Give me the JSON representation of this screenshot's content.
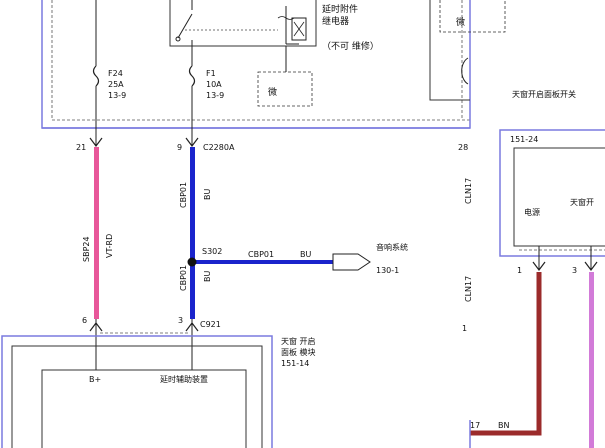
{
  "relay": {
    "name_line1": "延时附件",
    "name_line2": "继电器",
    "note": "（不可 维修）",
    "micro_symbol": "微"
  },
  "top_right_micro": "微",
  "fuse_f24": {
    "name": "F24",
    "rating": "25A",
    "ref": "13-9"
  },
  "fuse_f1": {
    "name": "F1",
    "rating": "10A",
    "ref": "13-9"
  },
  "pins": {
    "p21": "21",
    "p9": "9",
    "c2280a": "C2280A",
    "p28": "28",
    "p6": "6",
    "p3": "3",
    "c921": "C921",
    "p1_mid": "1",
    "p1_right": "1",
    "p3_right": "3",
    "p17": "17"
  },
  "wires": {
    "sbp24": "SBP24",
    "vt_rd": "VT-RD",
    "cbp01_top": "CBP01",
    "bu_top": "BU",
    "splice": "S302",
    "cbp01_mid": "CBP01",
    "bu_mid": "BU",
    "cbp01_bottom": "CBP01",
    "bu_bottom": "BU",
    "bn": "BN",
    "cln17_a": "CLN17",
    "cln17_b": "CLN17"
  },
  "audio": {
    "name": "音响系统",
    "ref": "130-1"
  },
  "sunroof_switch": {
    "title": "天窗开启面板开关",
    "ref": "151-24",
    "power_label": "电源",
    "right_label": "天窗开"
  },
  "module": {
    "name_line1": "天窗 开启",
    "name_line2": "面板 模块",
    "ref": "151-14",
    "bplus": "B+",
    "delay_label": "延时辅助装置"
  },
  "colors": {
    "frame_blue": "#7a7adf",
    "wire_blue": "#1a24cc",
    "wire_pink": "#e8579a",
    "wire_brown": "#9b2b2b",
    "wire_violet": "#d27bd8"
  }
}
